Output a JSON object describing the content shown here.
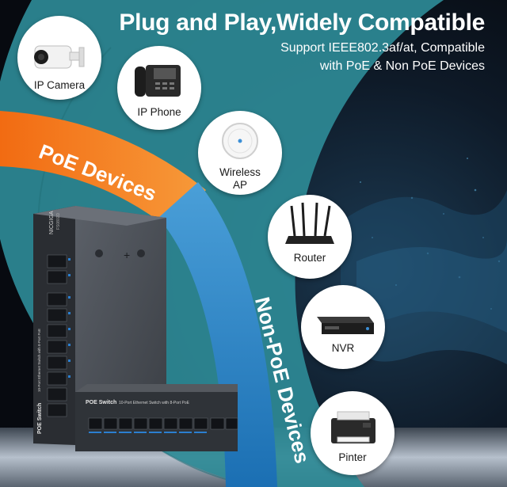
{
  "headline": {
    "title": "Plug and Play,Widely Compatible",
    "subtitle_line1": "Support IEEE802.3af/at, Compatible",
    "subtitle_line2": "with PoE & Non PoE Devices"
  },
  "arcs": {
    "poe_label": "PoE Devices",
    "non_poe_label": "Non-PoE Devices"
  },
  "devices": [
    {
      "label": "IP Camera",
      "icon": "ip-camera-icon"
    },
    {
      "label": "IP Phone",
      "icon": "ip-phone-icon"
    },
    {
      "label_line1": "Wireless",
      "label_line2": "AP",
      "icon": "wireless-ap-icon"
    },
    {
      "label": "Router",
      "icon": "router-icon"
    },
    {
      "label": "NVR",
      "icon": "nvr-icon"
    },
    {
      "label": "Pinter",
      "icon": "printer-icon"
    }
  ],
  "product": {
    "brand": "NICGIGA",
    "model": "FS0802D",
    "front_label": "POE Switch",
    "front_desc": "10-Port Ethernet Switch with 8-Port PoE",
    "side_label": "POE Switch",
    "side_desc": "10-Port Ethernet Switch with 8-Port PoE"
  },
  "colors": {
    "orange": "#f47a1f",
    "teal": "#2e8a96",
    "blue": "#1e86c8"
  }
}
